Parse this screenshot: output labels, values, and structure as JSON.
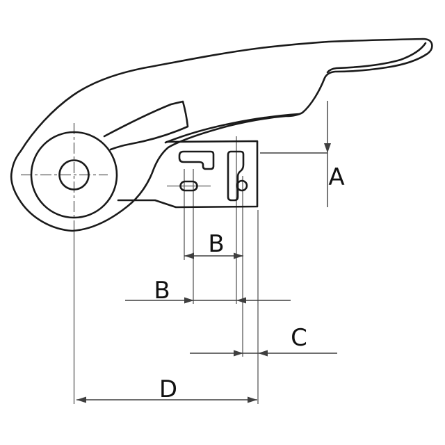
{
  "drawing": {
    "kind": "technical-dimension-drawing",
    "labels": {
      "a": "A",
      "b_upper": "B",
      "b_lower": "B",
      "c": "C",
      "d": "D"
    }
  },
  "colors": {
    "outline": "#1a1a1a",
    "dimension": "#3f3f3f",
    "centerline": "#5a5a5a",
    "label": "#111111",
    "background": "#ffffff"
  }
}
